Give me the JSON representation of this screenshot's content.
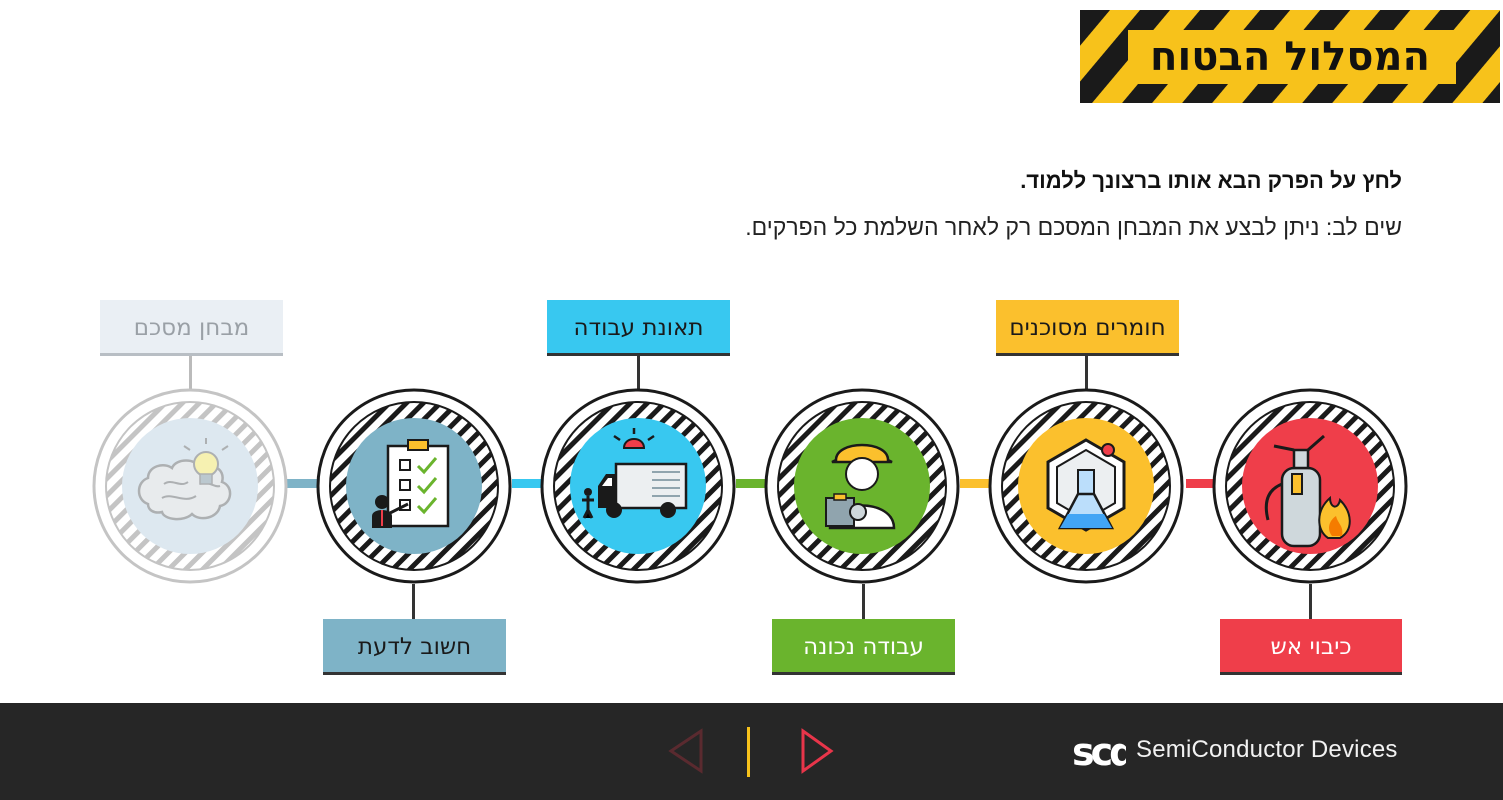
{
  "title_banner": {
    "text": "המסלול הבטוח"
  },
  "instruction": "לחץ על הפרק הבא אותו ברצונך ללמוד.",
  "note": "שים לב: ניתן לבצע את המבחן המסכם רק לאחר השלמת כל הפרקים.",
  "chapters": [
    {
      "id": "fire",
      "label": "כיבוי אש",
      "icon": "fire-extinguisher-icon",
      "color": "#ef3e4a",
      "label_position": "bottom",
      "enabled": true
    },
    {
      "id": "hazmat",
      "label": "חומרים מסוכנים",
      "icon": "flask-hazard-icon",
      "color": "#fbc02d",
      "label_position": "top",
      "enabled": true
    },
    {
      "id": "proper-work",
      "label": "עבודה נכונה",
      "icon": "worker-helmet-icon",
      "color": "#6ab42d",
      "label_position": "bottom",
      "enabled": true
    },
    {
      "id": "work-accident",
      "label": "תאונת עבודה",
      "icon": "ambulance-icon",
      "color": "#38c8f0",
      "label_position": "top",
      "enabled": true
    },
    {
      "id": "important",
      "label": "חשוב לדעת",
      "icon": "checklist-presenter-icon",
      "color": "#7eb3c7",
      "label_position": "bottom",
      "enabled": true
    },
    {
      "id": "final-exam",
      "label": "מבחן מסכם",
      "icon": "brain-lightbulb-icon",
      "color": "#dde8f0",
      "label_position": "top",
      "enabled": false
    }
  ],
  "footer": {
    "brand": "SemiConductor Devices",
    "logo_mark": "scd",
    "prev_icon": "triangle-left-icon",
    "next_icon": "triangle-right-icon",
    "accent": "#e8354a",
    "divider_color": "#f7c21b"
  }
}
